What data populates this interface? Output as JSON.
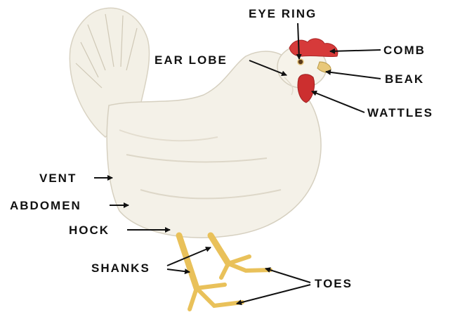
{
  "labels": {
    "eye_ring": "EYE RING",
    "ear_lobe": "EAR LOBE",
    "comb": "COMB",
    "beak": "BEAK",
    "wattles": "WATTLES",
    "vent": "VENT",
    "abdomen": "ABDOMEN",
    "hock": "HOCK",
    "shanks": "SHANKS",
    "toes": "TOES"
  },
  "colors": {
    "feathers": "#f4f1e8",
    "feather_shade": "#dcd7c9",
    "comb": "#d63a3a",
    "wattles": "#cc2f2f",
    "legs": "#e9c15a",
    "text": "#111111"
  }
}
